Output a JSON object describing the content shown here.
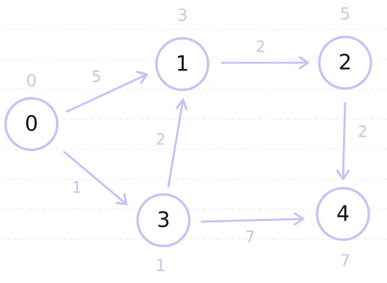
{
  "graph": {
    "nodes": [
      {
        "id": "0",
        "label": "0",
        "dist": "0"
      },
      {
        "id": "1",
        "label": "1",
        "dist": "3"
      },
      {
        "id": "2",
        "label": "2",
        "dist": "5"
      },
      {
        "id": "3",
        "label": "3",
        "dist": "1"
      },
      {
        "id": "4",
        "label": "4",
        "dist": "7"
      }
    ],
    "edges": [
      {
        "from": "0",
        "to": "1",
        "weight": "5"
      },
      {
        "from": "0",
        "to": "3",
        "weight": "1"
      },
      {
        "from": "3",
        "to": "1",
        "weight": "2"
      },
      {
        "from": "1",
        "to": "2",
        "weight": "2"
      },
      {
        "from": "2",
        "to": "4",
        "weight": "2"
      },
      {
        "from": "3",
        "to": "4",
        "weight": "7"
      }
    ]
  },
  "colors": {
    "node_stroke": "#c3c3f7",
    "edge": "#c3c3f7",
    "label_text": "#c6c6f5",
    "node_text": "#111111"
  }
}
